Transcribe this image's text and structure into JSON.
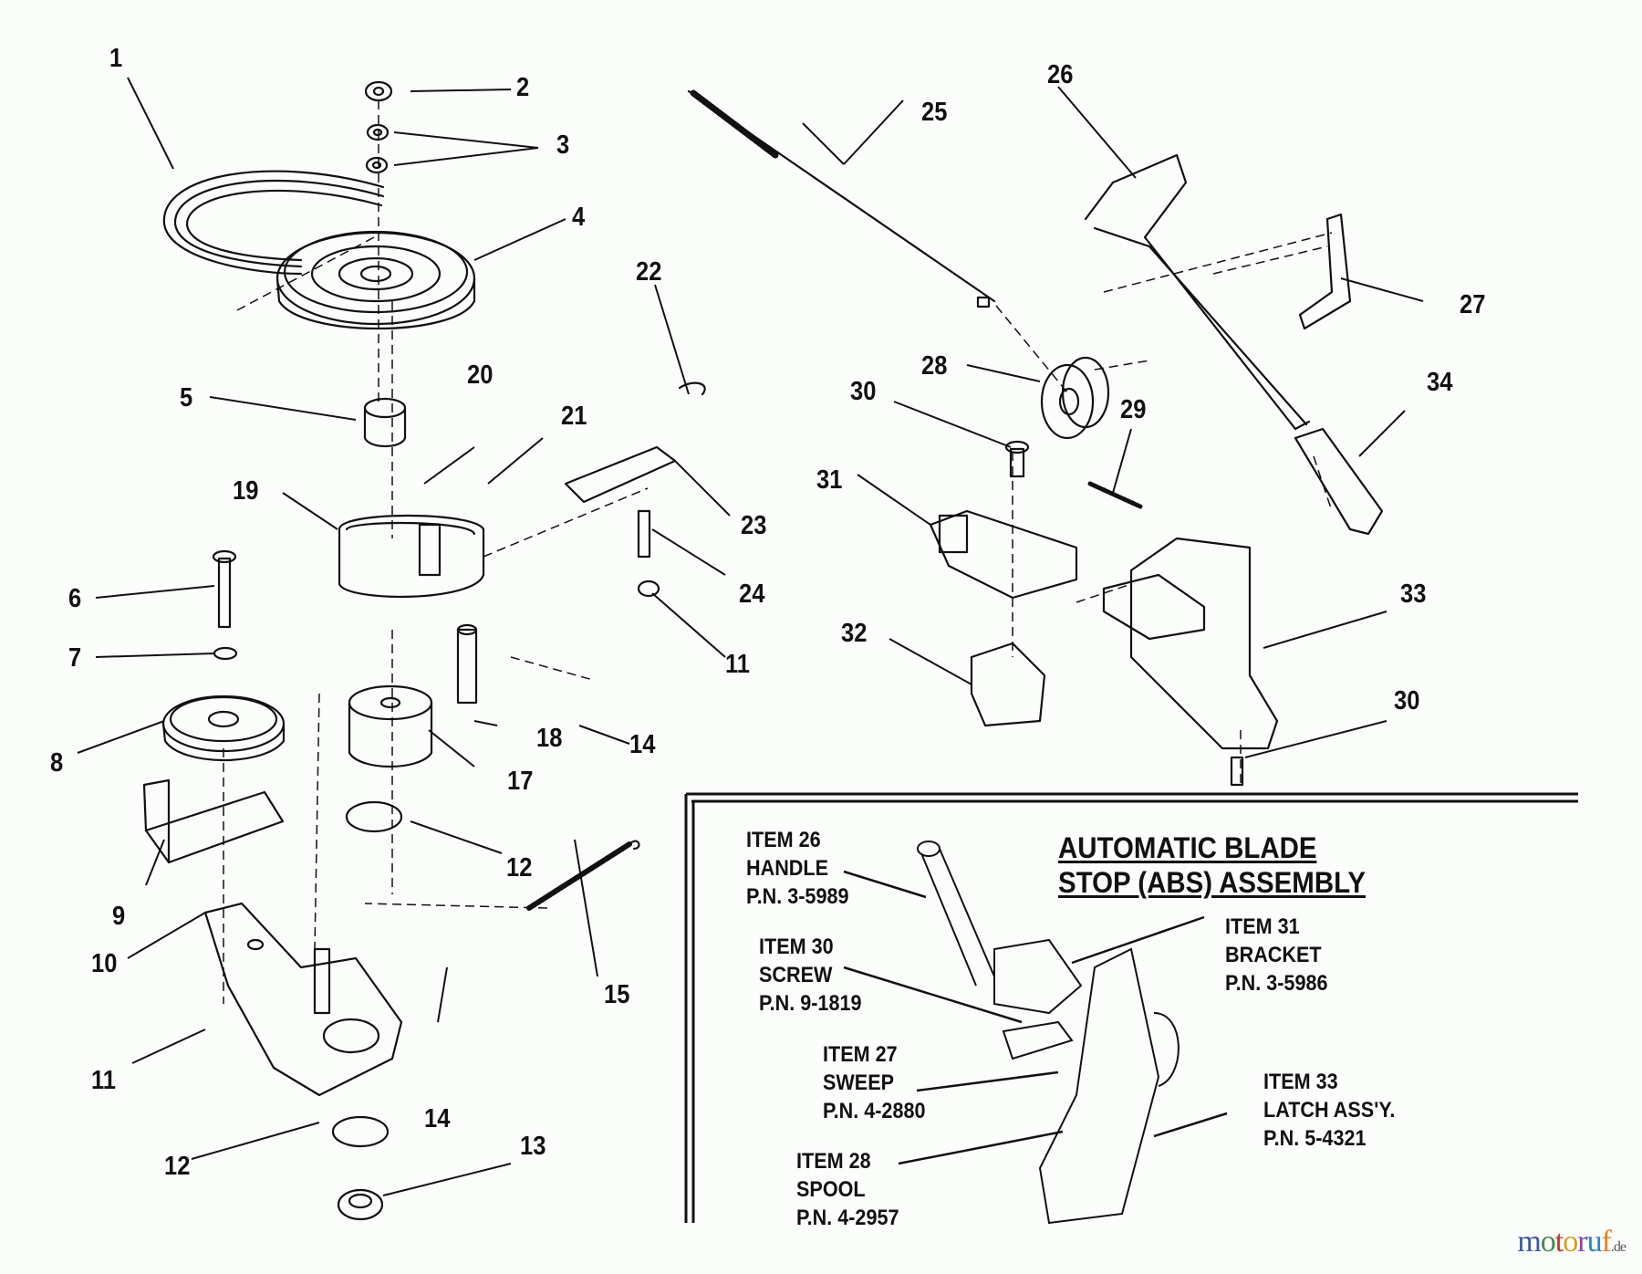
{
  "diagram": {
    "title": "Automatic Blade Stop (ABS) Assembly parts diagram",
    "callouts": [
      {
        "id": "c1",
        "label": "1"
      },
      {
        "id": "c2",
        "label": "2"
      },
      {
        "id": "c3",
        "label": "3"
      },
      {
        "id": "c4",
        "label": "4"
      },
      {
        "id": "c5",
        "label": "5"
      },
      {
        "id": "c6",
        "label": "6"
      },
      {
        "id": "c7",
        "label": "7"
      },
      {
        "id": "c8",
        "label": "8"
      },
      {
        "id": "c9",
        "label": "9"
      },
      {
        "id": "c10",
        "label": "10"
      },
      {
        "id": "c11a",
        "label": "11"
      },
      {
        "id": "c11b",
        "label": "11"
      },
      {
        "id": "c12a",
        "label": "12"
      },
      {
        "id": "c12b",
        "label": "12"
      },
      {
        "id": "c13",
        "label": "13"
      },
      {
        "id": "c14a",
        "label": "14"
      },
      {
        "id": "c14b",
        "label": "14"
      },
      {
        "id": "c15",
        "label": "15"
      },
      {
        "id": "c17",
        "label": "17"
      },
      {
        "id": "c18",
        "label": "18"
      },
      {
        "id": "c19",
        "label": "19"
      },
      {
        "id": "c20",
        "label": "20"
      },
      {
        "id": "c21",
        "label": "21"
      },
      {
        "id": "c22",
        "label": "22"
      },
      {
        "id": "c23",
        "label": "23"
      },
      {
        "id": "c24",
        "label": "24"
      },
      {
        "id": "c25",
        "label": "25"
      },
      {
        "id": "c26",
        "label": "26"
      },
      {
        "id": "c27",
        "label": "27"
      },
      {
        "id": "c28",
        "label": "28"
      },
      {
        "id": "c29",
        "label": "29"
      },
      {
        "id": "c30a",
        "label": "30"
      },
      {
        "id": "c30b",
        "label": "30"
      },
      {
        "id": "c31",
        "label": "31"
      },
      {
        "id": "c32",
        "label": "32"
      },
      {
        "id": "c33",
        "label": "33"
      },
      {
        "id": "c34",
        "label": "34"
      }
    ],
    "inset": {
      "title_line1": "AUTOMATIC BLADE",
      "title_line2": "STOP (ABS) ASSEMBLY",
      "items": [
        {
          "item": "ITEM 26",
          "name": "HANDLE",
          "pn": "P.N. 3-5989"
        },
        {
          "item": "ITEM 30",
          "name": "SCREW",
          "pn": "P.N. 9-1819"
        },
        {
          "item": "ITEM 27",
          "name": "SWEEP",
          "pn": "P.N. 4-2880"
        },
        {
          "item": "ITEM 28",
          "name": "SPOOL",
          "pn": "P.N. 4-2957"
        },
        {
          "item": "ITEM 31",
          "name": "BRACKET",
          "pn": "P.N. 3-5986"
        },
        {
          "item": "ITEM 33",
          "name": "LATCH ASS'Y.",
          "pn": "P.N. 5-4321"
        }
      ]
    },
    "watermark": {
      "letters": [
        "m",
        "o",
        "t",
        "o",
        "r",
        "u",
        "f"
      ],
      "tld": ".de",
      "colors": [
        "#3a5aa8",
        "#3f8f4a",
        "#c0392b",
        "#d4a017",
        "#8e44ad",
        "#2e86c1",
        "#e67e22"
      ]
    }
  }
}
